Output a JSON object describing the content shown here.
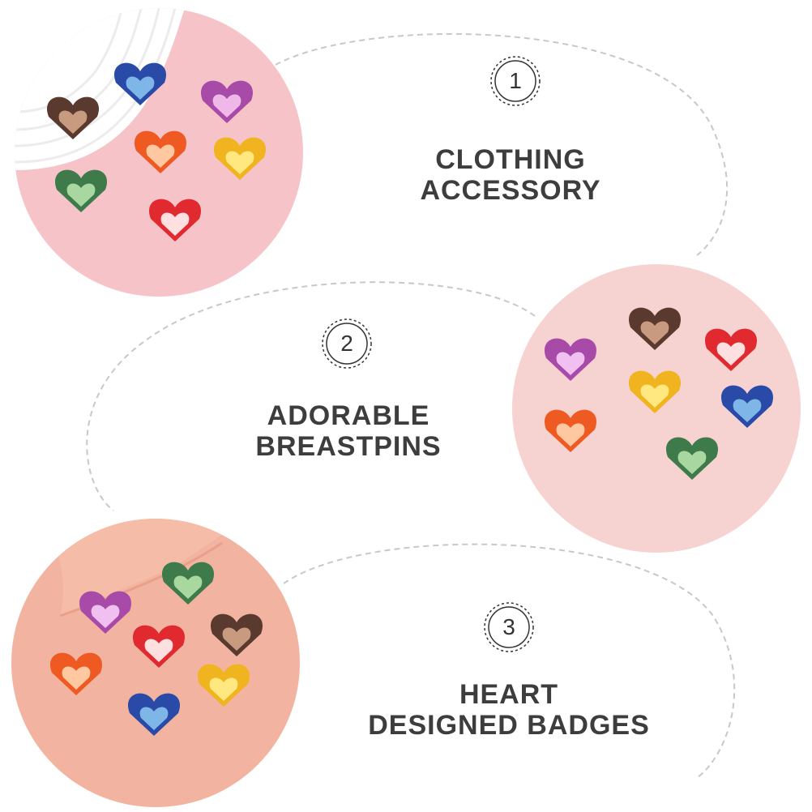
{
  "sections": [
    {
      "number": "1",
      "lines": [
        "CLOTHING",
        "ACCESSORY"
      ],
      "photo_icon": "heart-pins-on-pink-photo"
    },
    {
      "number": "2",
      "lines": [
        "ADORABLE",
        "BREASTPINS"
      ],
      "photo_icon": "heart-pins-on-light-pink-photo"
    },
    {
      "number": "3",
      "lines": [
        "HEART",
        "DESIGNED BADGES"
      ],
      "photo_icon": "heart-pins-on-fabric-photo"
    }
  ],
  "colors": {
    "text": "#3d3d3d",
    "dashed_line": "#c8c8c8",
    "bg1": "#f6c3c8",
    "bg2": "#f6d2d0",
    "bg3": "#f2b3a0"
  }
}
